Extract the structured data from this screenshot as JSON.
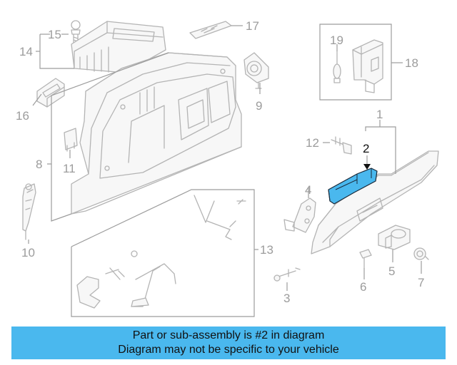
{
  "diagram": {
    "callouts": {
      "c1": "1",
      "c2": "2",
      "c3": "3",
      "c4": "4",
      "c5": "5",
      "c6": "6",
      "c7": "7",
      "c8": "8",
      "c9": "9",
      "c10": "10",
      "c11": "11",
      "c12": "12",
      "c13": "13",
      "c14": "14",
      "c15": "15",
      "c16": "16",
      "c17": "17",
      "c18": "18",
      "c19": "19"
    },
    "highlighted_part": "2",
    "highlight_color": "#4ab8ee"
  },
  "banner": {
    "line1": "Part or sub-assembly is #2 in diagram",
    "line2": "Diagram may not be specific to your vehicle",
    "background": "#4ab8ee"
  }
}
